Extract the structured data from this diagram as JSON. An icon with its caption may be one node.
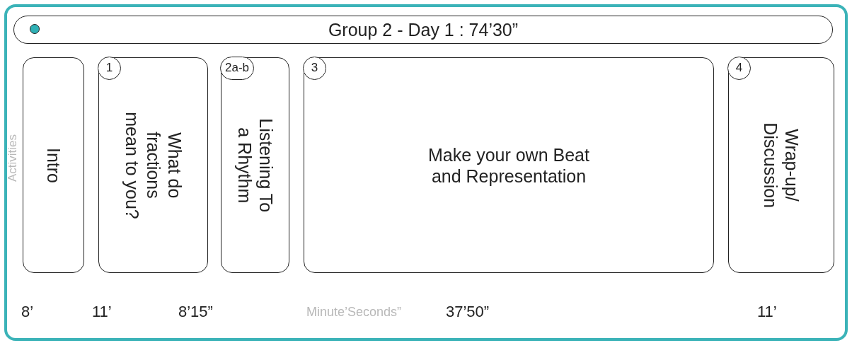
{
  "diagram": {
    "nodes": [
      {
        "text": [],
        "shape": "box"
      },
      {
        "text": [
          "Group 2 - Day 1 : 74’30”"
        ],
        "in": 0
      },
      {
        "text": [
          "Intro"
        ],
        "beside": [
          "8’"
        ],
        "in": 0
      },
      {
        "text": [
          "1",
          "What do fractions mean to you?"
        ],
        "beside": [
          "11’"
        ],
        "in": 0
      },
      {
        "text": [
          "2a-b",
          "Listening To a Rhythm"
        ],
        "beside": [
          "8’15”"
        ],
        "in": 0
      },
      {
        "text": [
          "3",
          "Make your own Beat and Representation"
        ],
        "beside": [
          "37’50”"
        ],
        "in": 0
      },
      {
        "text": [
          "4",
          "Wrap-up/ Discussion"
        ],
        "beside": [
          "11’"
        ],
        "in": 0
      }
    ],
    "edges": [],
    "labels": [
      "Activities",
      "Minute’Seconds”"
    ]
  }
}
